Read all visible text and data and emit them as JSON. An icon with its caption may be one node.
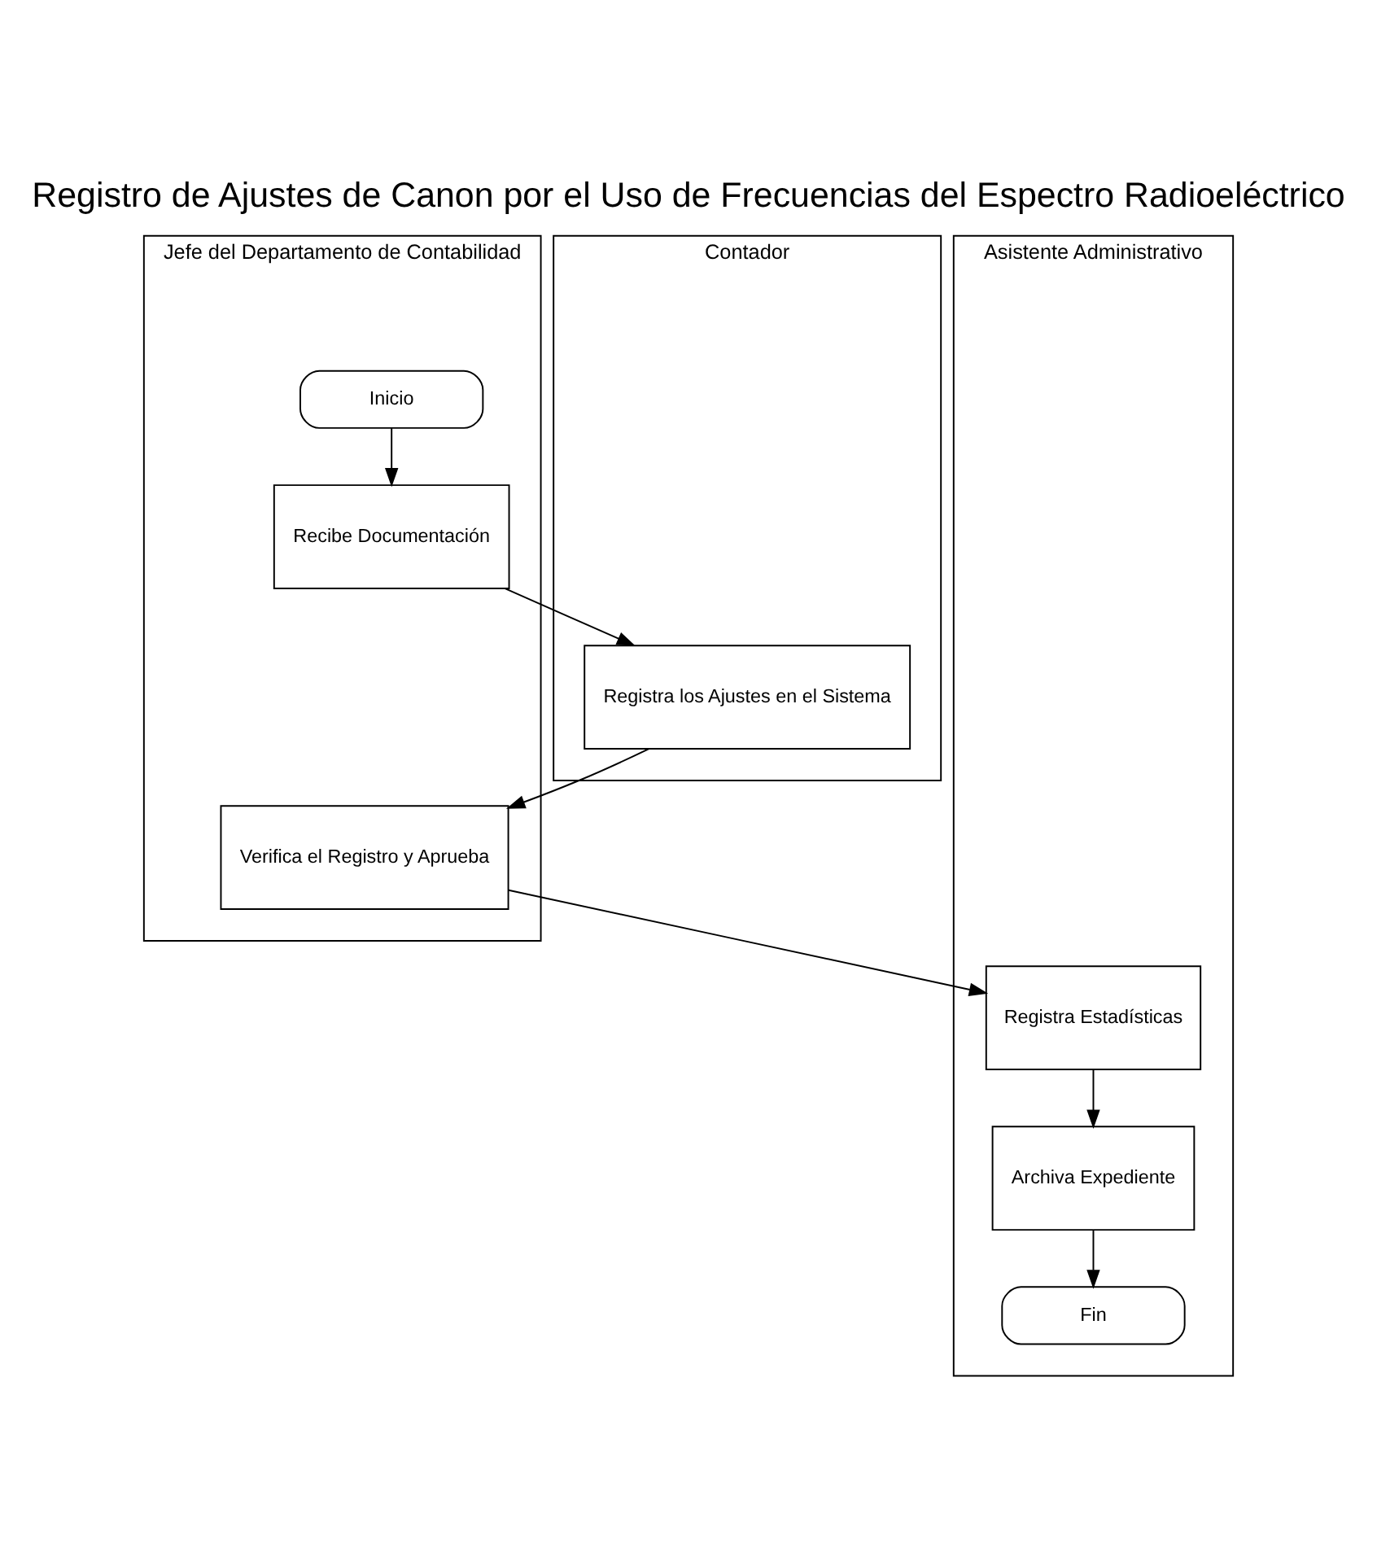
{
  "diagram": {
    "title": "Registro de Ajustes de Canon por el Uso de Frecuencias del Espectro Radioeléctrico",
    "nodes": [
      {
        "text": [
          "Jefe del Departamento de Contabilidad"
        ]
      },
      {
        "text": [
          "Inicio"
        ],
        "in": 0
      },
      {
        "text": [
          "Recibe Documentación"
        ],
        "in": 0
      },
      {
        "text": [
          "Verifica el Registro y Aprueba"
        ],
        "in": 0
      },
      {
        "text": [
          "Contador"
        ]
      },
      {
        "text": [
          "Registra los Ajustes en el Sistema"
        ],
        "in": 4
      },
      {
        "text": [
          "Asistente Administrativo"
        ]
      },
      {
        "text": [
          "Registra Estadísticas"
        ],
        "in": 6
      },
      {
        "text": [
          "Archiva Expediente"
        ],
        "in": 6
      },
      {
        "text": [
          "Fin"
        ],
        "in": 6
      }
    ],
    "edges": [
      {
        "from": 1,
        "to": 2,
        "arrow": "to"
      },
      {
        "from": 2,
        "to": 5,
        "arrow": "to"
      },
      {
        "from": 5,
        "to": 3,
        "arrow": "to"
      },
      {
        "from": 3,
        "to": 7,
        "arrow": "to"
      },
      {
        "from": 7,
        "to": 8,
        "arrow": "to"
      },
      {
        "from": 8,
        "to": 9,
        "arrow": "to"
      }
    ]
  }
}
